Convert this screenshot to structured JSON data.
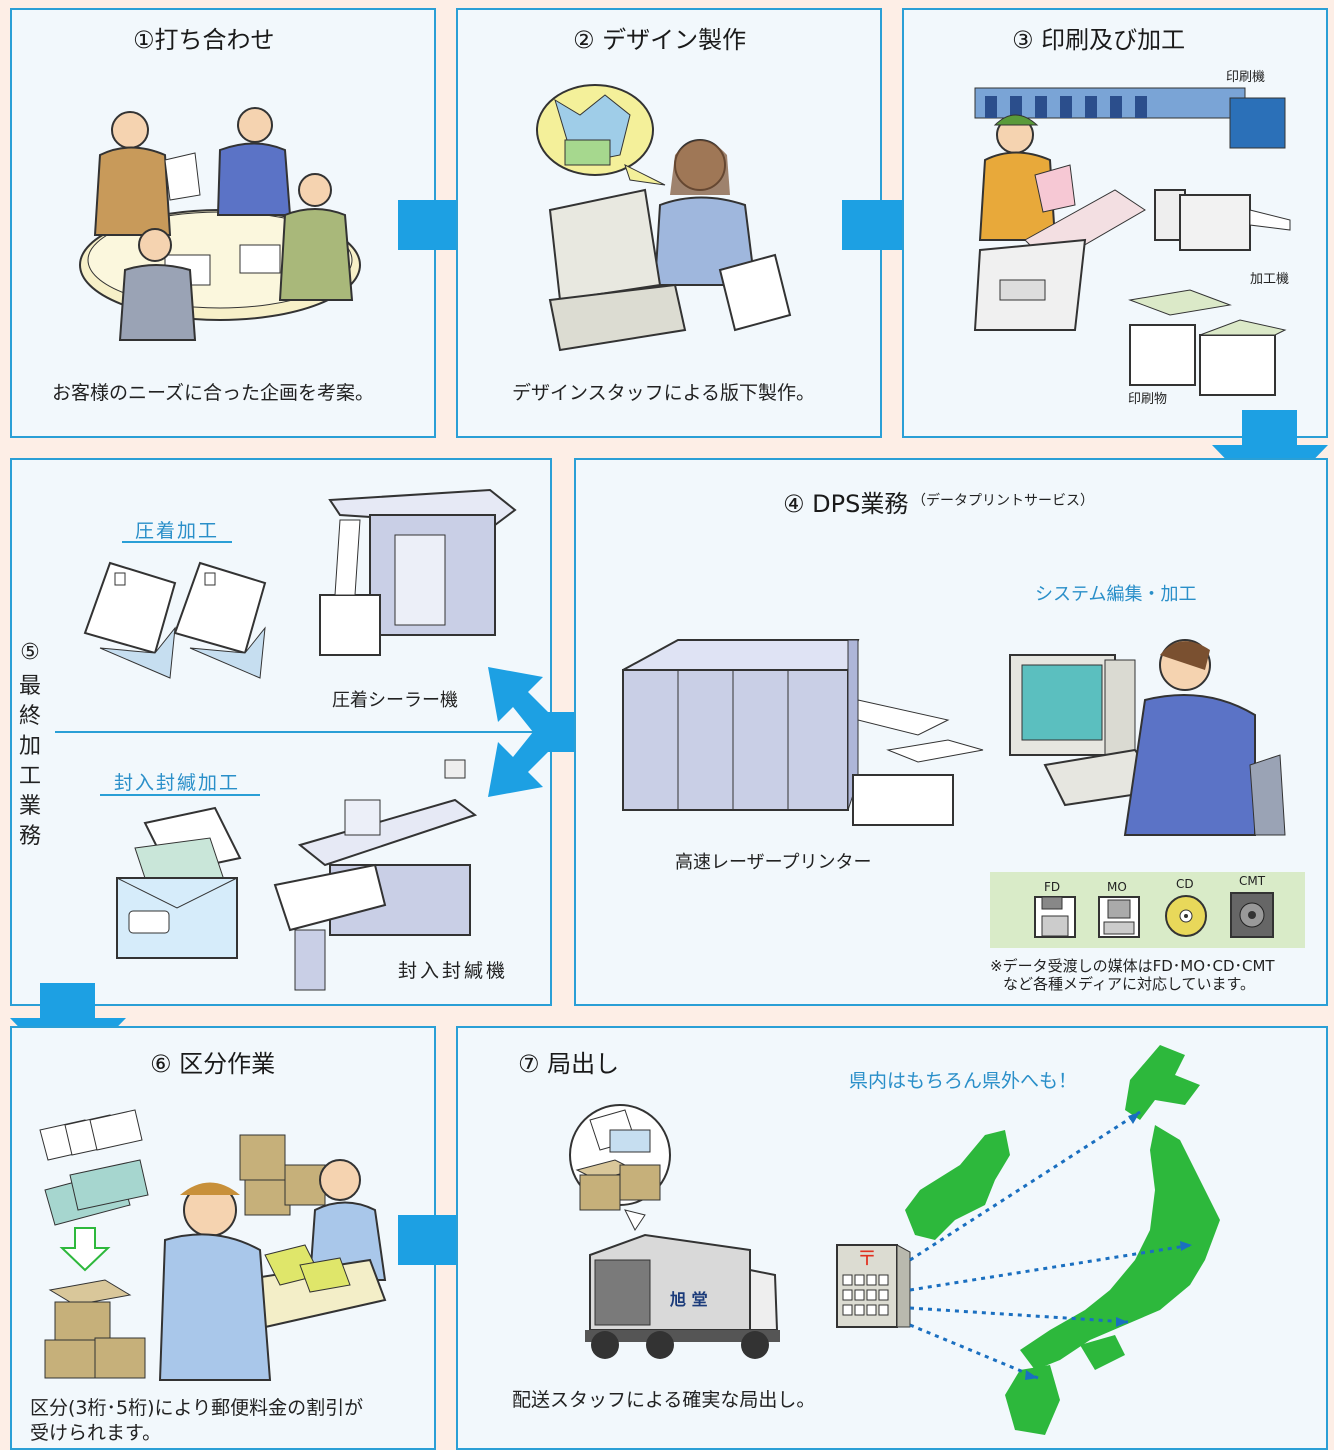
{
  "steps": {
    "s1": {
      "title": "①打ち合わせ",
      "caption": "お客様のニーズに合った企画を考案。"
    },
    "s2": {
      "title": "② デザイン製作",
      "caption": "デザインスタッフによる版下製作。"
    },
    "s3": {
      "title": "③ 印刷及び加工",
      "labels": {
        "press": "印刷機",
        "finisher": "加工機",
        "printed": "印刷物"
      }
    },
    "s4": {
      "title": "④ DPS業務",
      "subtitle": "（データプリントサービス）",
      "system_label": "システム編集・加工",
      "printer_label": "高速レーザープリンター",
      "media": [
        "FD",
        "MO",
        "CD",
        "CMT"
      ],
      "note_line1": "※データ受渡しの媒体はFD･MO･CD･CMT",
      "note_line2": "など各種メディアに対応しています。"
    },
    "s5": {
      "number": "⑤",
      "vertical_title": [
        "最",
        "終",
        "加",
        "工",
        "業",
        "務"
      ],
      "pressure_heading": "圧着加工",
      "sealer_label": "圧着シーラー機",
      "envelope_heading": "封入封緘加工",
      "envelope_machine_label": "封入封緘機"
    },
    "s6": {
      "title": "⑥ 区分作業",
      "caption_line1": "区分(3桁･5桁)により郵便料金の割引が",
      "caption_line2": "受けられます。"
    },
    "s7": {
      "title": "⑦ 局出し",
      "map_note": "県内はもちろん県外へも！",
      "truck_logo": "旭 堂",
      "caption": "配送スタッフによる確実な局出し。"
    }
  },
  "colors": {
    "border": "#2a9fd6",
    "arrow": "#1da0e3",
    "panel": "#f2f8fc",
    "background": "#fdeee6",
    "map": "#2db83c"
  }
}
